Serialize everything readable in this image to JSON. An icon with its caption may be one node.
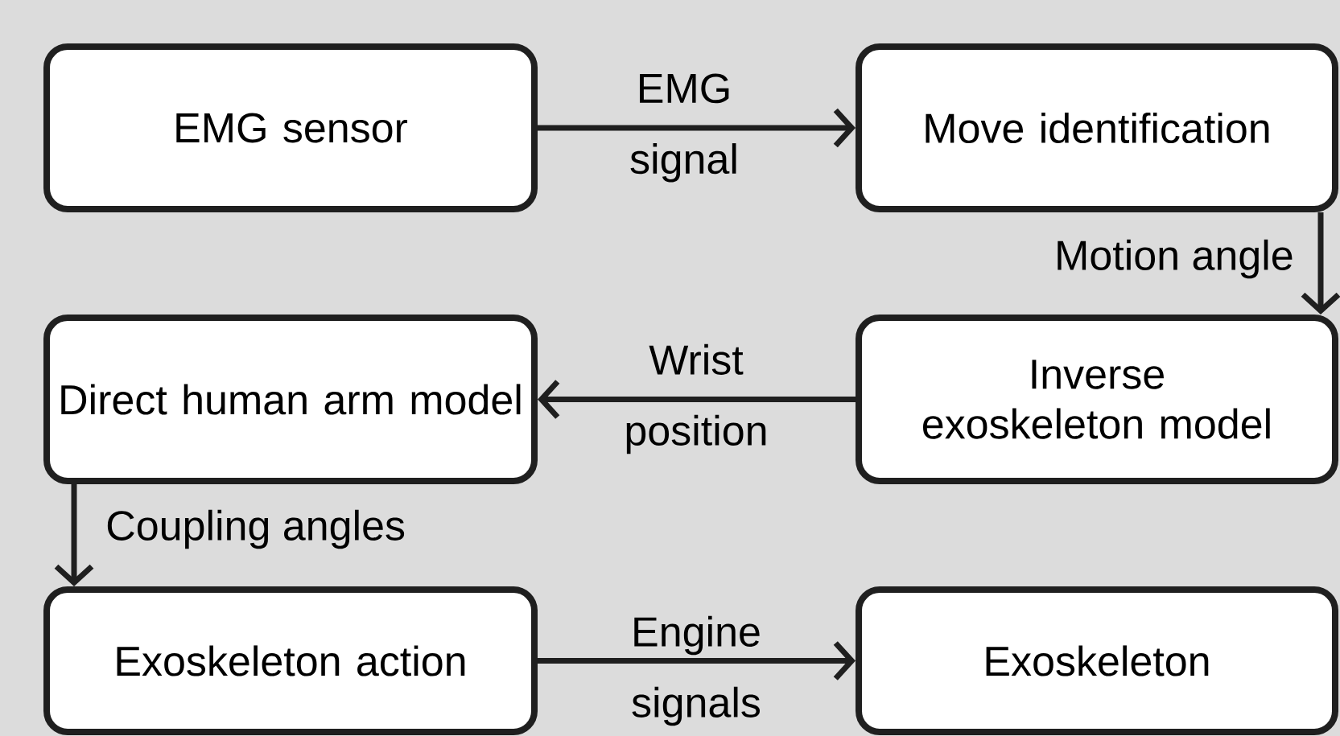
{
  "diagram": {
    "nodes": [
      {
        "text": [
          "EMG sensor"
        ]
      },
      {
        "text": [
          "Move identification"
        ]
      },
      {
        "text": [
          "Direct human arm model"
        ]
      },
      {
        "text": [
          "Inverse exoskeleton model"
        ]
      },
      {
        "text": [
          "Exoskeleton action"
        ]
      },
      {
        "text": [
          "Exoskeleton"
        ]
      }
    ],
    "edges": [
      {
        "from": 0,
        "to": 1,
        "arrow": "to",
        "label": "EMG signal"
      },
      {
        "from": 1,
        "to": 3,
        "arrow": "to",
        "label": "Motion angle"
      },
      {
        "from": 3,
        "to": 2,
        "arrow": "to",
        "label": "Wrist position"
      },
      {
        "from": 2,
        "to": 4,
        "arrow": "to",
        "label": "Coupling angles"
      },
      {
        "from": 4,
        "to": 5,
        "arrow": "to",
        "label": "Engine signals"
      }
    ]
  }
}
